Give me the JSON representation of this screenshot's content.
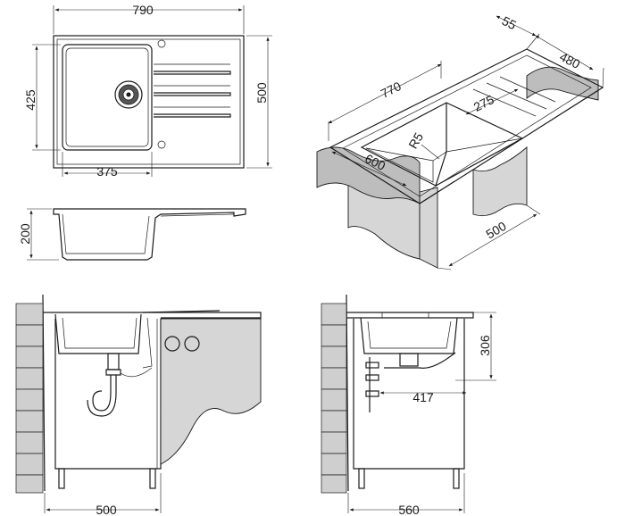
{
  "top_view": {
    "width_label": "790",
    "depth_label": "500",
    "bowl_depth_label": "425",
    "bowl_width_label": "375"
  },
  "side_view": {
    "height_label": "200"
  },
  "iso_view": {
    "length_label": "770",
    "rim_label": "55",
    "depth_label": "480",
    "drainer_label": "275",
    "radius_label": "R5",
    "bowl_label": "600",
    "cabinet_label": "500"
  },
  "front_section": {
    "cabinet_width_label": "500"
  },
  "side_section": {
    "cabinet_depth_label": "560",
    "height_label": "306",
    "offset_label": "417"
  }
}
